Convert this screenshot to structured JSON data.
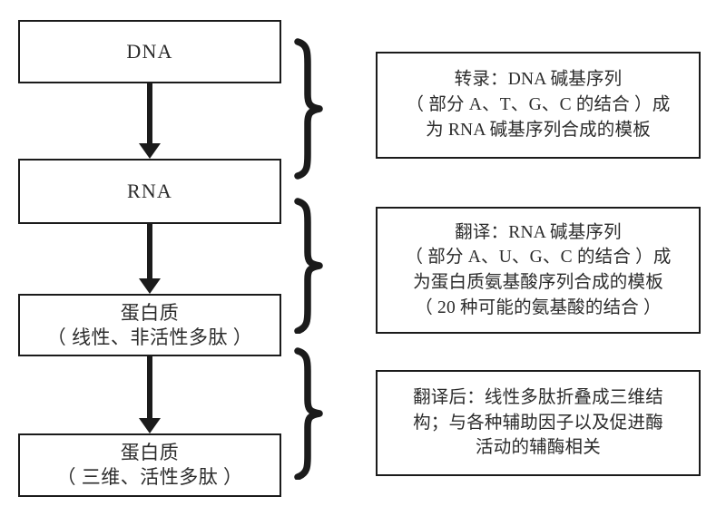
{
  "diagram": {
    "title": "DNA to Protein central dogma flowchart",
    "stroke_color": "#1b1b1b",
    "text_color": "#2b2b2b",
    "background_color": "#ffffff"
  },
  "flow": {
    "nodes": [
      {
        "id": "dna",
        "line1": "DNA",
        "line2": ""
      },
      {
        "id": "rna",
        "line1": "RNA",
        "line2": ""
      },
      {
        "id": "protein1",
        "line1": "蛋白质",
        "line2": "（ 线性、非活性多肽 ）"
      },
      {
        "id": "protein2",
        "line1": "蛋白质",
        "line2": "（ 三维、活性多肽 ）"
      }
    ],
    "arrows": [
      {
        "id": "dna-to-rna",
        "from": "dna",
        "to": "rna"
      },
      {
        "id": "rna-to-protein1",
        "from": "rna",
        "to": "protein1"
      },
      {
        "id": "protein1-to-protein2",
        "from": "protein1",
        "to": "protein2"
      }
    ]
  },
  "braces": [
    {
      "id": "brace-transcription",
      "label": "transcription-brace"
    },
    {
      "id": "brace-translation",
      "label": "translation-brace"
    },
    {
      "id": "brace-post-translation",
      "label": "post-translation-brace"
    }
  ],
  "captions": [
    {
      "id": "transcription",
      "lines": [
        "转录：DNA 碱基序列",
        "（ 部分 A、T、G、C 的结合 ）成",
        "为 RNA 碱基序列合成的模板"
      ]
    },
    {
      "id": "translation",
      "lines": [
        "翻译：RNA 碱基序列",
        "（ 部分 A、U、G、C 的结合 ）成",
        "为蛋白质氨基酸序列合成的模板",
        "（ 20 种可能的氨基酸的结合 ）"
      ]
    },
    {
      "id": "post-translation",
      "lines": [
        "翻译后：线性多肽折叠成三维结",
        "构；与各种辅助因子以及促进酶",
        "活动的辅酶相关"
      ]
    }
  ]
}
